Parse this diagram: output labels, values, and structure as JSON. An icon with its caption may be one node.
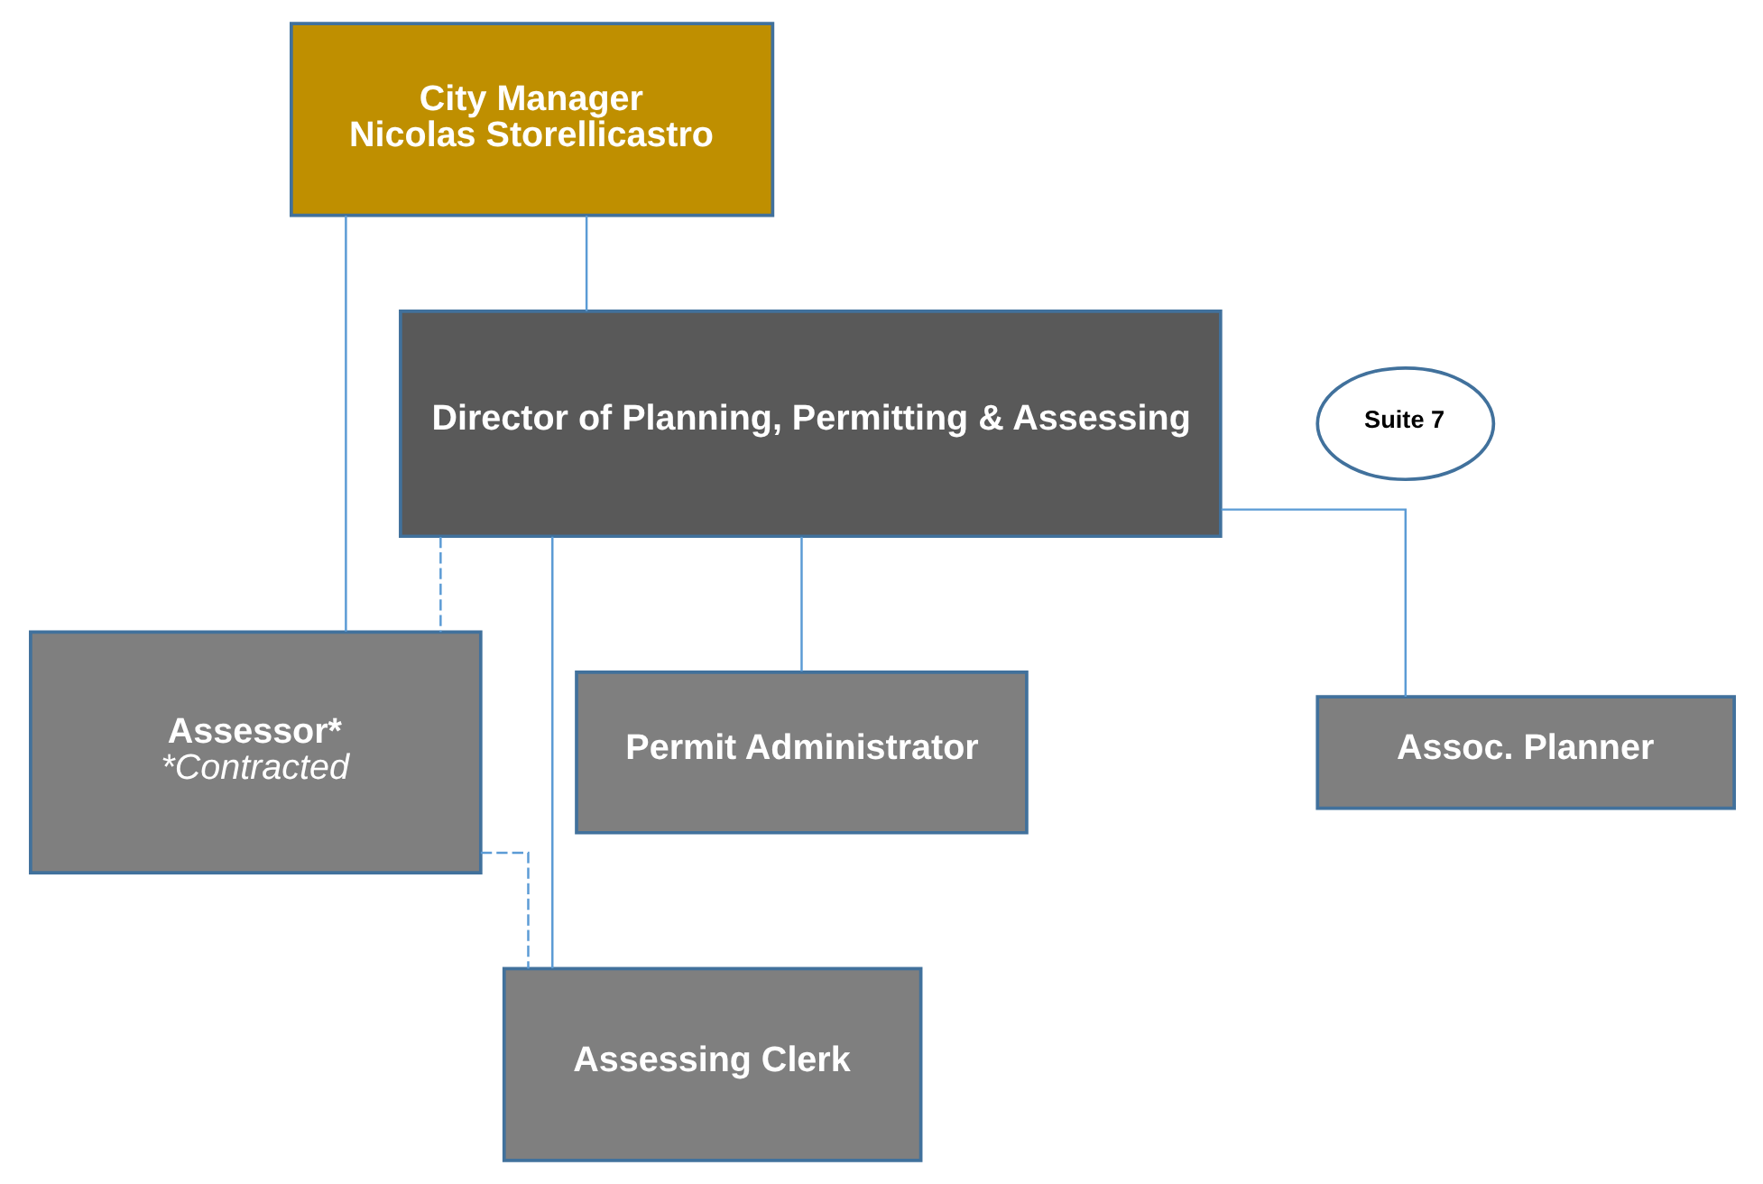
{
  "diagram": {
    "nodes": [
      {
        "text": [
          "City Manager",
          "Nicolas Storellicastro"
        ]
      },
      {
        "text": [
          "Director of Planning, Permitting & Assessing"
        ]
      },
      {
        "text": [
          "Suite 7"
        ]
      },
      {
        "text": [
          "Assessor*",
          "*Contracted"
        ]
      },
      {
        "text": [
          "Permit Administrator"
        ]
      },
      {
        "text": [
          "Assessing Clerk"
        ]
      },
      {
        "text": [
          "Assoc. Planner"
        ]
      }
    ],
    "edges": [
      {
        "from": 0,
        "to": 1,
        "arrow": "none"
      },
      {
        "from": 0,
        "to": 3,
        "arrow": "none"
      },
      {
        "from": 1,
        "to": 3,
        "arrow": "none",
        "style": "dashed"
      },
      {
        "from": 3,
        "to": 5,
        "arrow": "none",
        "style": "dashed"
      },
      {
        "from": 1,
        "to": 4,
        "arrow": "none"
      },
      {
        "from": 1,
        "to": 5,
        "arrow": "none"
      },
      {
        "from": 1,
        "to": 6,
        "arrow": "none"
      }
    ]
  }
}
